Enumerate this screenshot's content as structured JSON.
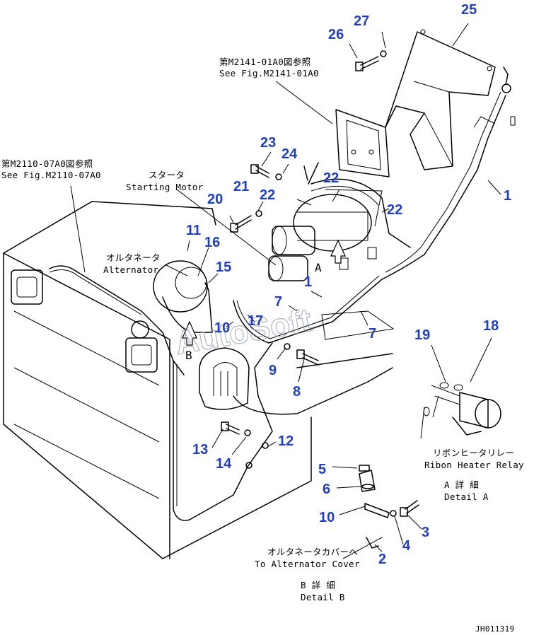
{
  "refs": {
    "fig_m2141_jp": "第M2141-01A0図参照",
    "fig_m2141_en": "See Fig.M2141-01A0",
    "fig_m2110_jp": "第M2110-07A0図参照",
    "fig_m2110_en": "See Fig.M2110-07A0"
  },
  "components": {
    "starter_jp": "スタータ",
    "starter_en": "Starting Motor",
    "alternator_jp": "オルタネータ",
    "alternator_en": "Alternator",
    "relay_jp": "リボンヒータリレー",
    "relay_en": "Ribon Heater Relay",
    "cover_jp": "オルタネータカバーへ",
    "cover_en": "To Alternator Cover"
  },
  "details": {
    "a_letter": "A",
    "b_letter": "B",
    "a_jp": "A 詳 細",
    "a_en": "Detail A",
    "b_jp": "B 詳 細",
    "b_en": "Detail B"
  },
  "watermark": "AutoSoft",
  "drawing_code": "JH011319",
  "part_numbers": [
    "25",
    "27",
    "26",
    "24",
    "23",
    "22",
    "22",
    "22",
    "21",
    "20",
    "11",
    "16",
    "15",
    "10",
    "17",
    "1",
    "1",
    "7",
    "7",
    "9",
    "8",
    "19",
    "18",
    "13",
    "14",
    "12",
    "5",
    "6",
    "10",
    "3",
    "4",
    "2"
  ],
  "colors": {
    "callout_blue": "#1f3fbf",
    "line": "#000000",
    "watermark": "#9aa3b5"
  }
}
